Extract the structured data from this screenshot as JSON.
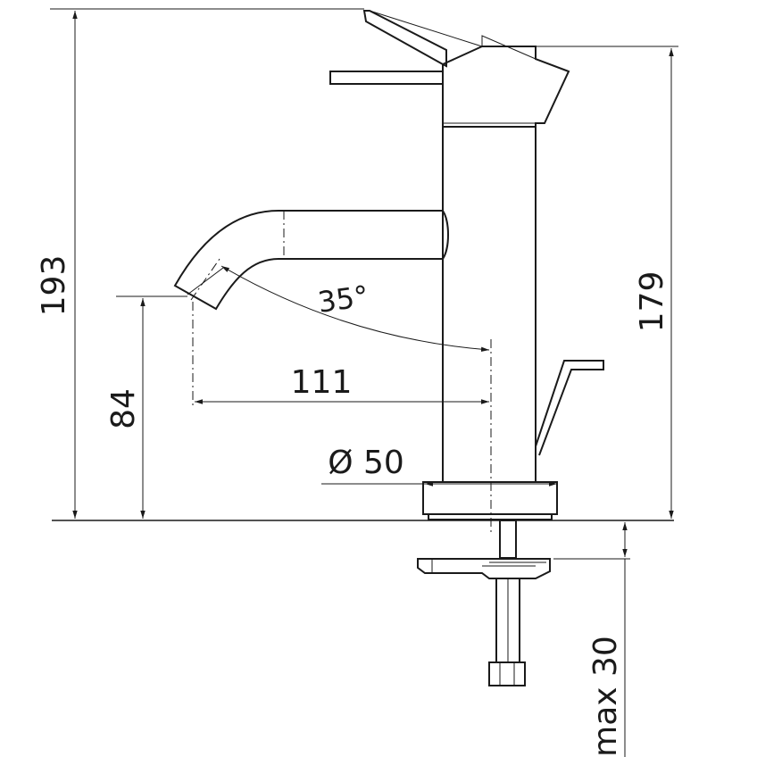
{
  "dimensions": {
    "total_height": "193",
    "body_height": "179",
    "spout_height": "84",
    "spout_reach": "111",
    "base_diameter": "Ø 50",
    "spout_angle": "35°",
    "max_thickness": "max 30"
  }
}
